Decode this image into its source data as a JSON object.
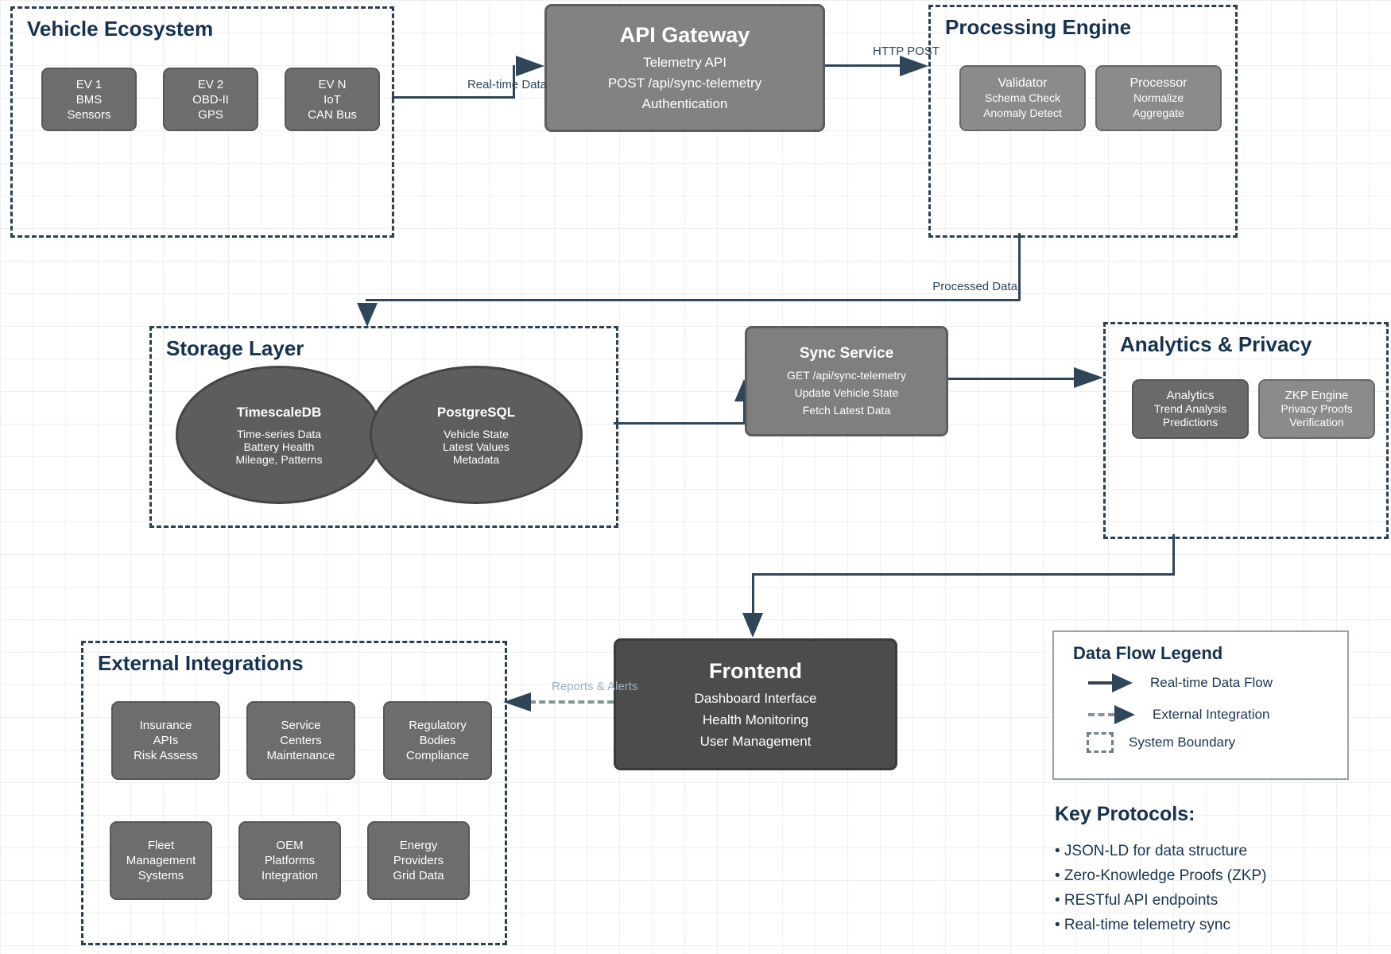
{
  "containers": {
    "vehicle_ecosystem": {
      "title": "Vehicle Ecosystem"
    },
    "processing_engine": {
      "title": "Processing Engine"
    },
    "storage_layer": {
      "title": "Storage Layer"
    },
    "analytics_privacy": {
      "title": "Analytics & Privacy"
    },
    "external_integrations": {
      "title": "External Integrations"
    }
  },
  "nodes": {
    "ev1": {
      "lines": [
        "EV 1",
        "BMS",
        "Sensors"
      ]
    },
    "ev2": {
      "lines": [
        "EV 2",
        "OBD-II",
        "GPS"
      ]
    },
    "evn": {
      "lines": [
        "EV N",
        "IoT",
        "CAN Bus"
      ]
    },
    "api_gateway": {
      "title": "API Gateway",
      "lines": [
        "Telemetry API",
        "POST /api/sync-telemetry",
        "Authentication"
      ]
    },
    "validator": {
      "lines": [
        "Validator",
        "Schema Check",
        "Anomaly Detect"
      ]
    },
    "processor": {
      "lines": [
        "Processor",
        "Normalize",
        "Aggregate"
      ]
    },
    "timescaledb": {
      "title": "TimescaleDB",
      "lines": [
        "Time-series Data",
        "Battery Health",
        "Mileage, Patterns"
      ]
    },
    "postgresql": {
      "title": "PostgreSQL",
      "lines": [
        "Vehicle State",
        "Latest Values",
        "Metadata"
      ]
    },
    "sync_service": {
      "title": "Sync Service",
      "lines": [
        "GET /api/sync-telemetry",
        "Update Vehicle State",
        "Fetch Latest Data"
      ]
    },
    "analytics": {
      "lines": [
        "Analytics",
        "Trend Analysis",
        "Predictions"
      ]
    },
    "zkp_engine": {
      "lines": [
        "ZKP Engine",
        "Privacy Proofs",
        "Verification"
      ]
    },
    "frontend": {
      "title": "Frontend",
      "lines": [
        "Dashboard Interface",
        "Health Monitoring",
        "User Management"
      ]
    },
    "insurance": {
      "lines": [
        "Insurance",
        "APIs",
        "Risk Assess"
      ]
    },
    "service_centers": {
      "lines": [
        "Service",
        "Centers",
        "Maintenance"
      ]
    },
    "regulatory": {
      "lines": [
        "Regulatory",
        "Bodies",
        "Compliance"
      ]
    },
    "fleet": {
      "lines": [
        "Fleet",
        "Management",
        "Systems"
      ]
    },
    "oem": {
      "lines": [
        "OEM",
        "Platforms",
        "Integration"
      ]
    },
    "energy": {
      "lines": [
        "Energy",
        "Providers",
        "Grid Data"
      ]
    }
  },
  "edge_labels": {
    "real_time_data": "Real-time Data",
    "http_post": "HTTP POST",
    "processed_data": "Processed Data",
    "reports_alerts": "Reports & Alerts"
  },
  "legend": {
    "title": "Data Flow Legend",
    "items": [
      "Real-time Data Flow",
      "External Integration",
      "System Boundary"
    ]
  },
  "protocols": {
    "title": "Key Protocols:",
    "items": [
      "• JSON-LD for data structure",
      "• Zero-Knowledge Proofs (ZKP)",
      "• RESTful API endpoints",
      "• Real-time telemetry sync"
    ]
  },
  "colors": {
    "arrow_navy": "#2f4558",
    "heading_navy": "#16324f",
    "node_gray": "#6d6d6d",
    "node_gray_light": "#8b8b8b",
    "node_gray_dark": "#4c4c4c",
    "ellipse_gray": "#5d5d5d",
    "external_dash": "#7f958e",
    "muted_label": "#9fb0bf"
  }
}
